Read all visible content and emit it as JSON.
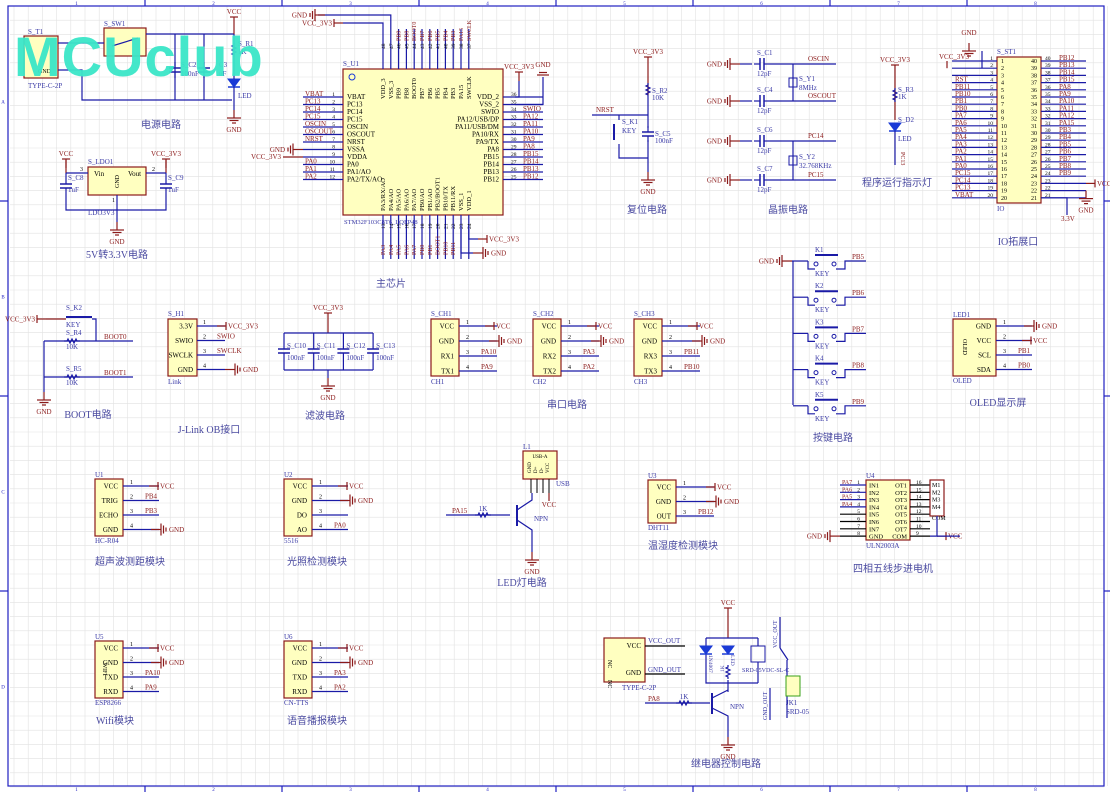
{
  "watermark": "MCUclub",
  "colors": {
    "wire": "#1a1aa6",
    "power": "#8b1a1a",
    "box_fill": "#ffffc0",
    "box_stroke": "#8b1a1a",
    "label_blue": "#3a3aa6",
    "net_red": "#8b1a1a",
    "title": "#4a4aa0",
    "grid": "#e2e2e2",
    "border": "#2020c0",
    "led": "#1a3ad6",
    "jack_stroke": "#3aa01a"
  },
  "frame": {
    "columns": [
      "1",
      "2",
      "3",
      "4",
      "5",
      "6",
      "7",
      "8"
    ],
    "rows": [
      "A",
      "B",
      "C",
      "D"
    ]
  },
  "blocks": {
    "power": {
      "title": "电源电路",
      "t1": "S_T1",
      "t1_part": "TYPE-C-2P",
      "t1_pin": "GND",
      "sw": "S_SW1",
      "c2": "S_C2",
      "c2_val": "100nF",
      "c3": "C3",
      "c3_val": "uF",
      "r1": "S_R1",
      "r1_val": "1K",
      "d": "D1",
      "d_part": "LED",
      "vcc": "VCC",
      "gnd": "GND"
    },
    "ldo": {
      "title": "5V转3.3V电路",
      "name": "S_LDO1",
      "part": "LDO3V3",
      "vin": "Vin",
      "vout": "Vout",
      "gndpin": "GND",
      "c8": "S_C8",
      "c9": "S_C9",
      "cval": "1uF",
      "vcc": "VCC",
      "vcc33": "VCC_3V3",
      "gnd": "GND",
      "p1": "1",
      "p2": "2",
      "p3": "3"
    },
    "mcu": {
      "title": "主芯片",
      "name": "S_U1",
      "part": "STM32F103C8T6_LQFP48",
      "gnd": "GND",
      "vcc33": "VCC_3V3",
      "left": [
        [
          "1",
          "VBAT",
          "VBAT"
        ],
        [
          "2",
          "PC13",
          "PC13"
        ],
        [
          "3",
          "PC14",
          "PC14"
        ],
        [
          "4",
          "PC15",
          "PC15"
        ],
        [
          "5",
          "OSCIN",
          "OSCIN"
        ],
        [
          "6",
          "OSCOUT",
          "OSCOUT"
        ],
        [
          "7",
          "NRST",
          "NRST"
        ],
        [
          "8",
          "VSSA",
          "GND"
        ],
        [
          "9",
          "VDDA",
          "VCC_3V3"
        ],
        [
          "10",
          "PA0",
          "PA0"
        ],
        [
          "11",
          "PA1/AO",
          "PA1"
        ],
        [
          "12",
          "PA2/TX/AO",
          "PA2"
        ]
      ],
      "right": [
        [
          "36",
          "VDD_2",
          "VCC_3V3"
        ],
        [
          "35",
          "VSS_2",
          "GND"
        ],
        [
          "34",
          "SWIO",
          "SWIO"
        ],
        [
          "33",
          "PA12/USB/DP",
          "PA12"
        ],
        [
          "32",
          "PA11/USB/DM",
          "PA11"
        ],
        [
          "31",
          "PA10/RX",
          "PA10"
        ],
        [
          "30",
          "PA9/TX",
          "PA9"
        ],
        [
          "29",
          "PA8",
          "PA8"
        ],
        [
          "28",
          "PB15",
          "PB15"
        ],
        [
          "27",
          "PB14",
          "PB14"
        ],
        [
          "26",
          "PB13",
          "PB13"
        ],
        [
          "25",
          "PB12",
          "PB12"
        ]
      ],
      "top": [
        [
          "48",
          "VDD_3",
          ""
        ],
        [
          "47",
          "VSS_3",
          ""
        ],
        [
          "46",
          "PB9",
          "PB9"
        ],
        [
          "45",
          "PB8",
          "PB8"
        ],
        [
          "44",
          "BOOT0",
          "BOOT0"
        ],
        [
          "43",
          "PB7",
          "PB7"
        ],
        [
          "42",
          "PB6",
          "PB6"
        ],
        [
          "41",
          "PB5",
          "PB5"
        ],
        [
          "40",
          "PB4",
          "PB4"
        ],
        [
          "39",
          "PB3",
          "PB3"
        ],
        [
          "38",
          "PA15",
          "PA15"
        ],
        [
          "37",
          "SWCLK",
          "SWCLK"
        ]
      ],
      "bottom": [
        [
          "13",
          "PA3/RX/AO",
          "PA3"
        ],
        [
          "14",
          "PA4/AO",
          "PA4"
        ],
        [
          "15",
          "PA5/AO",
          "PA5"
        ],
        [
          "16",
          "PA6/AO",
          "PA6"
        ],
        [
          "17",
          "PA7/AO",
          "PA7"
        ],
        [
          "18",
          "PB0/AO",
          "PB0"
        ],
        [
          "19",
          "PB1/AO",
          "PB1"
        ],
        [
          "20",
          "PB2/BOOT1",
          "BOOT1"
        ],
        [
          "21",
          "PB10/TX",
          "PB10"
        ],
        [
          "22",
          "PB11/RX",
          "PB11"
        ],
        [
          "23",
          "VSS_1",
          ""
        ],
        [
          "24",
          "VDD_1",
          ""
        ]
      ]
    },
    "reset": {
      "title": "复位电路",
      "vcc33": "VCC_3V3",
      "r": "S_R2",
      "r_val": "10K",
      "k": "S_K1",
      "k_part": "KEY",
      "c": "S_C5",
      "c_val": "100nF",
      "net": "NRST",
      "gnd": "GND"
    },
    "crystal": {
      "title": "晶振电路",
      "gnd": "GND",
      "rows": [
        [
          "S_C1",
          "12pF",
          "OSCIN"
        ],
        [
          "S_C4",
          "12pF",
          "OSCOUT"
        ],
        [
          "S_C6",
          "12pF",
          "PC14"
        ],
        [
          "S_C7",
          "12pF",
          "PC15"
        ]
      ],
      "y1": "S_Y1",
      "y1_val": "8MHz",
      "y2": "S_Y2",
      "y2_val": "32.768KHz"
    },
    "runled": {
      "title": "程序运行指示灯",
      "vcc33": "VCC_3V3",
      "r": "S_R3",
      "r_val": "1K",
      "d": "S_D2",
      "d_part": "LED",
      "net": "PC13"
    },
    "io": {
      "title": "IO拓展口",
      "name": "S_ST1",
      "part": "IO",
      "gnd": "GND",
      "vcc33": "VCC_3V3",
      "vcc": "VCC",
      "v33": "3.3V",
      "left": [
        "",
        "",
        "",
        "RST",
        "PB11",
        "PB10",
        "PB1",
        "PB0",
        "PA7",
        "PA6",
        "PA5",
        "PA4",
        "PA3",
        "PA2",
        "PA1",
        "PA0",
        "PC15",
        "PC14",
        "PC13",
        "VBAT"
      ],
      "right": [
        "PB12",
        "PB13",
        "PB14",
        "PB15",
        "PA8",
        "PA9",
        "PA10",
        "PA11",
        "PA12",
        "PA15",
        "PB3",
        "PB4",
        "PB5",
        "PB6",
        "PB7",
        "PB8",
        "PB9",
        "",
        "",
        ""
      ]
    },
    "boot": {
      "title": "BOOT电路",
      "vcc33": "VCC_3V3",
      "k": "S_K2",
      "k_part": "KEY",
      "r4": "S_R4",
      "r5": "S_R5",
      "r_val": "10K",
      "net0": "BOOT0",
      "net1": "BOOT1",
      "gnd": "GND"
    },
    "jlink": {
      "title": "J-Link OB接口",
      "name": "S_H1",
      "part": "Link",
      "pins": [
        [
          "1",
          "3.3V",
          "VCC_3V3"
        ],
        [
          "2",
          "SWIO",
          "SWIO"
        ],
        [
          "3",
          "SWCLK",
          "SWCLK"
        ],
        [
          "4",
          "GND",
          "GND"
        ]
      ]
    },
    "filter": {
      "title": "滤波电路",
      "vcc33": "VCC_3V3",
      "gnd": "GND",
      "caps": [
        [
          "S_C10",
          "100nF"
        ],
        [
          "S_C11",
          "100nF"
        ],
        [
          "S_C12",
          "100nF"
        ],
        [
          "S_C13",
          "100nF"
        ]
      ]
    },
    "uart": {
      "title": "串口电路",
      "chs": [
        {
          "name": "S_CH1",
          "part": "CH1",
          "pins": [
            [
              "1",
              "VCC",
              "VCC"
            ],
            [
              "2",
              "GND",
              "GND"
            ],
            [
              "3",
              "RX1",
              "PA10"
            ],
            [
              "4",
              "TX1",
              "PA9"
            ]
          ]
        },
        {
          "name": "S_CH2",
          "part": "CH2",
          "pins": [
            [
              "1",
              "VCC",
              "VCC"
            ],
            [
              "2",
              "GND",
              "GND"
            ],
            [
              "3",
              "RX2",
              "PA3"
            ],
            [
              "4",
              "TX2",
              "PA2"
            ]
          ]
        },
        {
          "name": "S_CH3",
          "part": "CH3",
          "pins": [
            [
              "1",
              "VCC",
              "VCC"
            ],
            [
              "2",
              "GND",
              "GND"
            ],
            [
              "3",
              "RX3",
              "PB11"
            ],
            [
              "4",
              "TX3",
              "PB10"
            ]
          ]
        }
      ]
    },
    "keys": {
      "title": "按键电路",
      "gnd": "GND",
      "part": "KEY",
      "items": [
        [
          "K1",
          "PB5"
        ],
        [
          "K2",
          "PB6"
        ],
        [
          "K3",
          "PB7"
        ],
        [
          "K4",
          "PB8"
        ],
        [
          "K5",
          "PB9"
        ]
      ]
    },
    "oled": {
      "title": "OLED显示屏",
      "name": "LED1",
      "part": "OLED",
      "inner": "OLED",
      "pins": [
        [
          "1",
          "GND",
          "GND"
        ],
        [
          "2",
          "VCC",
          "VCC"
        ],
        [
          "3",
          "SCL",
          "PB1"
        ],
        [
          "4",
          "SDA",
          "PB0"
        ]
      ]
    },
    "ultra": {
      "title": "超声波测距模块",
      "name": "U1",
      "part": "HC-R04",
      "pins": [
        [
          "1",
          "VCC",
          "VCC"
        ],
        [
          "2",
          "TRIG",
          "PB4"
        ],
        [
          "3",
          "ECHO",
          "PB3"
        ],
        [
          "4",
          "GND",
          "GND"
        ]
      ]
    },
    "light": {
      "title": "光照检测模块",
      "name": "U2",
      "part": "5516",
      "pins": [
        [
          "1",
          "VCC",
          "VCC"
        ],
        [
          "2",
          "GND",
          "GND"
        ],
        [
          "3",
          "DO",
          ""
        ],
        [
          "4",
          "AO",
          "PA0"
        ]
      ]
    },
    "ledlamp": {
      "title": "LED灯电路",
      "name": "L1",
      "part": "USB",
      "conn": "USB-A",
      "conn_pins": [
        "GND",
        "D+",
        "D-",
        "VCC"
      ],
      "net": "PA15",
      "r_val": "1K",
      "q": "NPN",
      "vcc": "VCC",
      "gnd": "GND"
    },
    "dht": {
      "title": "温湿度检测模块",
      "name": "U3",
      "part": "DHT11",
      "pins": [
        [
          "1",
          "VCC",
          "VCC"
        ],
        [
          "2",
          "GND",
          "GND"
        ],
        [
          "3",
          "OUT",
          "PB12"
        ]
      ]
    },
    "stepper": {
      "title": "四相五线步进电机",
      "name": "U4",
      "part": "ULN2003A",
      "gnd": "GND",
      "vcc": "VCC",
      "left": [
        [
          "1",
          "IN1",
          "PA7"
        ],
        [
          "2",
          "IN2",
          "PA6"
        ],
        [
          "3",
          "IN3",
          "PA5"
        ],
        [
          "4",
          "IN4",
          "PA4"
        ],
        [
          "5",
          "IN5",
          ""
        ],
        [
          "6",
          "IN6",
          ""
        ],
        [
          "7",
          "IN7",
          ""
        ],
        [
          "8",
          "GND",
          ""
        ]
      ],
      "right": [
        [
          "16",
          "OT1"
        ],
        [
          "15",
          "OT2"
        ],
        [
          "14",
          "OT3"
        ],
        [
          "13",
          "OT4"
        ],
        [
          "12",
          "OT5"
        ],
        [
          "11",
          "OT6"
        ],
        [
          "10",
          "OT7"
        ],
        [
          "9",
          "COM"
        ]
      ],
      "motor": [
        "M1",
        "M2",
        "M3",
        "M4",
        "COM"
      ]
    },
    "wifi": {
      "title": "Wifi模块",
      "name": "U5",
      "part": "ESP8266",
      "inner": "WIFI",
      "pins": [
        [
          "1",
          "VCC",
          "VCC"
        ],
        [
          "2",
          "GND",
          "GND"
        ],
        [
          "3",
          "TXD",
          "PA10"
        ],
        [
          "4",
          "RXD",
          "PA9"
        ]
      ]
    },
    "voice": {
      "title": "语音播报模块",
      "name": "U6",
      "part": "CN-TTS",
      "pins": [
        [
          "1",
          "VCC",
          "VCC"
        ],
        [
          "2",
          "GND",
          "GND"
        ],
        [
          "3",
          "TXD",
          "PA3"
        ],
        [
          "4",
          "RXD",
          "PA2"
        ]
      ]
    },
    "relay": {
      "title": "继电器控制电路",
      "conn": "TYPE-C-2P",
      "conn_pins": [
        "VCC",
        "GND"
      ],
      "nc": "NC",
      "vcc_out": "VCC_OUT",
      "gnd_out": "GND_OUT",
      "vcc": "VCC",
      "gnd": "GND",
      "diode": "1N4007",
      "led": "LED",
      "r_led": "1K",
      "relay": "SRD-05VDC-SL-C",
      "jack": "JK1",
      "jack_part": "SRD-05",
      "net": "PA8",
      "r_val": "1K",
      "q": "NPN"
    }
  }
}
